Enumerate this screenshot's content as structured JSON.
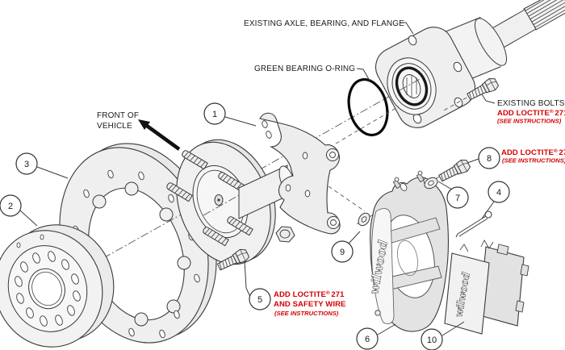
{
  "colors": {
    "line": "#3a3a3a",
    "accent_red": "#d40000",
    "text": "#1a1a1a",
    "paper": "#ffffff"
  },
  "labels": {
    "axle_flange": "EXISTING AXLE, BEARING, AND FLANGE",
    "oring": "GREEN BEARING O-RING",
    "front_line1": "FRONT OF",
    "front_line2": "VEHICLE",
    "existing_bolts": "EXISTING BOLTS"
  },
  "notes": {
    "loctite_word": "ADD LOCTITE",
    "registered": "®",
    "loctite_num": "271",
    "safety_wire": "AND SAFETY WIRE",
    "see_instructions": "(SEE INSTRUCTIONS)"
  },
  "brand_logo": "wilwood",
  "callouts": [
    "1",
    "2",
    "3",
    "4",
    "5",
    "6",
    "7",
    "8",
    "9",
    "10"
  ]
}
